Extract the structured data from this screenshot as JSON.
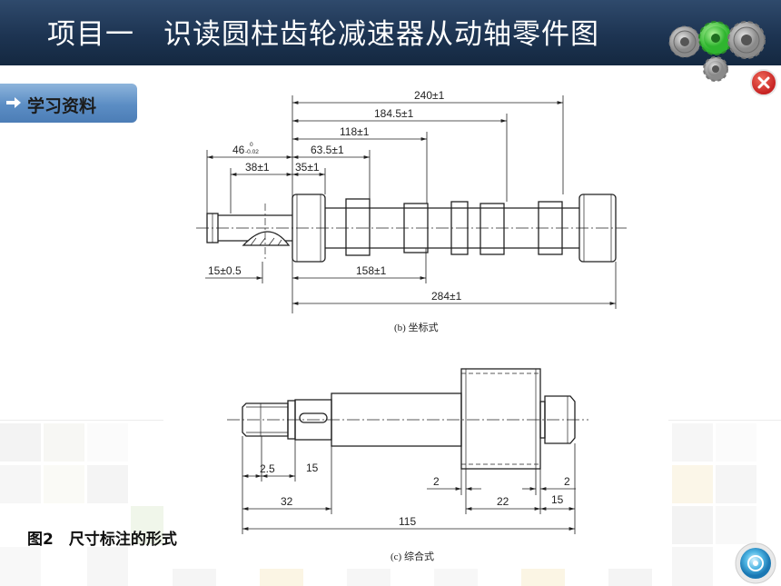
{
  "header": {
    "title": "项目一　识读圆柱齿轮减速器从动轴零件图"
  },
  "nav": {
    "label": "学习资料"
  },
  "figure_b": {
    "caption": "(b) 坐标式",
    "dims": {
      "d240": "240±1",
      "d184": "184.5±1",
      "d118": "118±1",
      "d63": "63.5±1",
      "d46": "46",
      "d46_tol_up": "0",
      "d46_tol_dn": "-0.02",
      "d38": "38±1",
      "d35": "35±1",
      "d15": "15±0.5",
      "d158": "158±1",
      "d284": "284±1"
    }
  },
  "figure_c": {
    "caption": "(c) 综合式",
    "dims": {
      "d2_5": "2.5",
      "d15a": "15",
      "d32": "32",
      "d2a": "2",
      "d22": "22",
      "d2b": "2",
      "d15b": "15",
      "d115": "115"
    }
  },
  "figure_label": "图2　尺寸标注的形式",
  "colors": {
    "header_bg": "#1d3452",
    "nav_bg": "#5b8dc4",
    "close": "#c62222",
    "gear_green": "#39c239",
    "gear_gray": "#9a9a9a"
  },
  "icons": [
    "gears-icon",
    "close-icon",
    "arrow-right-icon",
    "home-icon"
  ]
}
